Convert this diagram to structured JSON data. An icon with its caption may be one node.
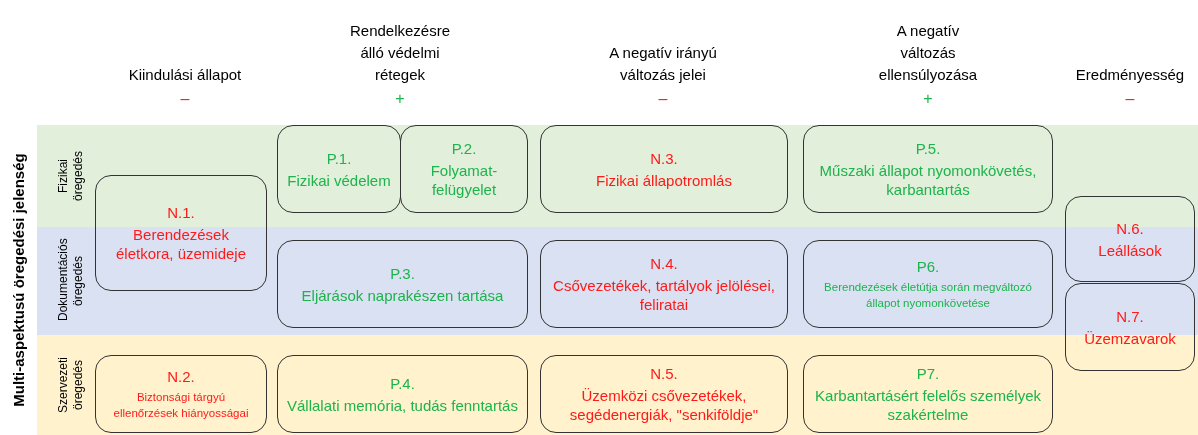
{
  "diagram": {
    "nodes": [
      {
        "text": [
          "Fizikai öregedés"
        ]
      },
      {
        "text": [
          "P.1.",
          "Fizikai védelem"
        ],
        "in": 0
      },
      {
        "text": [
          "P.2.",
          "Folyamat-felügyelet"
        ],
        "in": 0
      },
      {
        "text": [
          "N.3.",
          "Fizikai állapotromlás"
        ],
        "in": 0
      },
      {
        "text": [
          "P.5.",
          "Műszaki állapot nyomonkövetés, karbantartás"
        ],
        "in": 0
      },
      {
        "text": [
          "N.1.",
          "Berendezések életkora, üzemideje"
        ]
      },
      {
        "text": [
          "Dokumentációs öregedés"
        ]
      },
      {
        "text": [
          "P.3.",
          "Eljárások naprakészen tartása"
        ],
        "in": 6
      },
      {
        "text": [
          "N.4.",
          "Csővezetékek, tartályok jelölései, feliratai"
        ],
        "in": 6
      },
      {
        "text": [
          "P6.",
          "Berendezések életútja során megváltozó állapot nyomonkövetése"
        ],
        "in": 6
      },
      {
        "text": [
          "N.6.",
          "Leállások"
        ]
      },
      {
        "text": [
          "N.7.",
          "Üzemzavarok"
        ]
      },
      {
        "text": [
          "Szervezeti öregedés"
        ]
      },
      {
        "text": [
          "N.2.",
          "Biztonsági tárgyú ellenőrzések hiányosságai"
        ],
        "in": 12
      },
      {
        "text": [
          "P.4.",
          "Vállalati memória, tudás fenntartás"
        ],
        "in": 12
      },
      {
        "text": [
          "N.5.",
          "Üzemközi csővezetékek, segédenergiák, \"senkiföldje\""
        ],
        "in": 12
      },
      {
        "text": [
          "P7.",
          "Karbantartásért felelős személyek szakértelme"
        ],
        "in": 12
      }
    ],
    "edges": [],
    "labels": [
      "Kiindulási állapot",
      "–",
      "Rendelkezésre álló védelmi rétegek",
      "+",
      "A negatív irányú változás jelei",
      "–",
      "A negatív változás ellensúlyozása",
      "+",
      "Eredményesség",
      "–",
      "Multi-aspektusú öregedési jelenség"
    ]
  }
}
